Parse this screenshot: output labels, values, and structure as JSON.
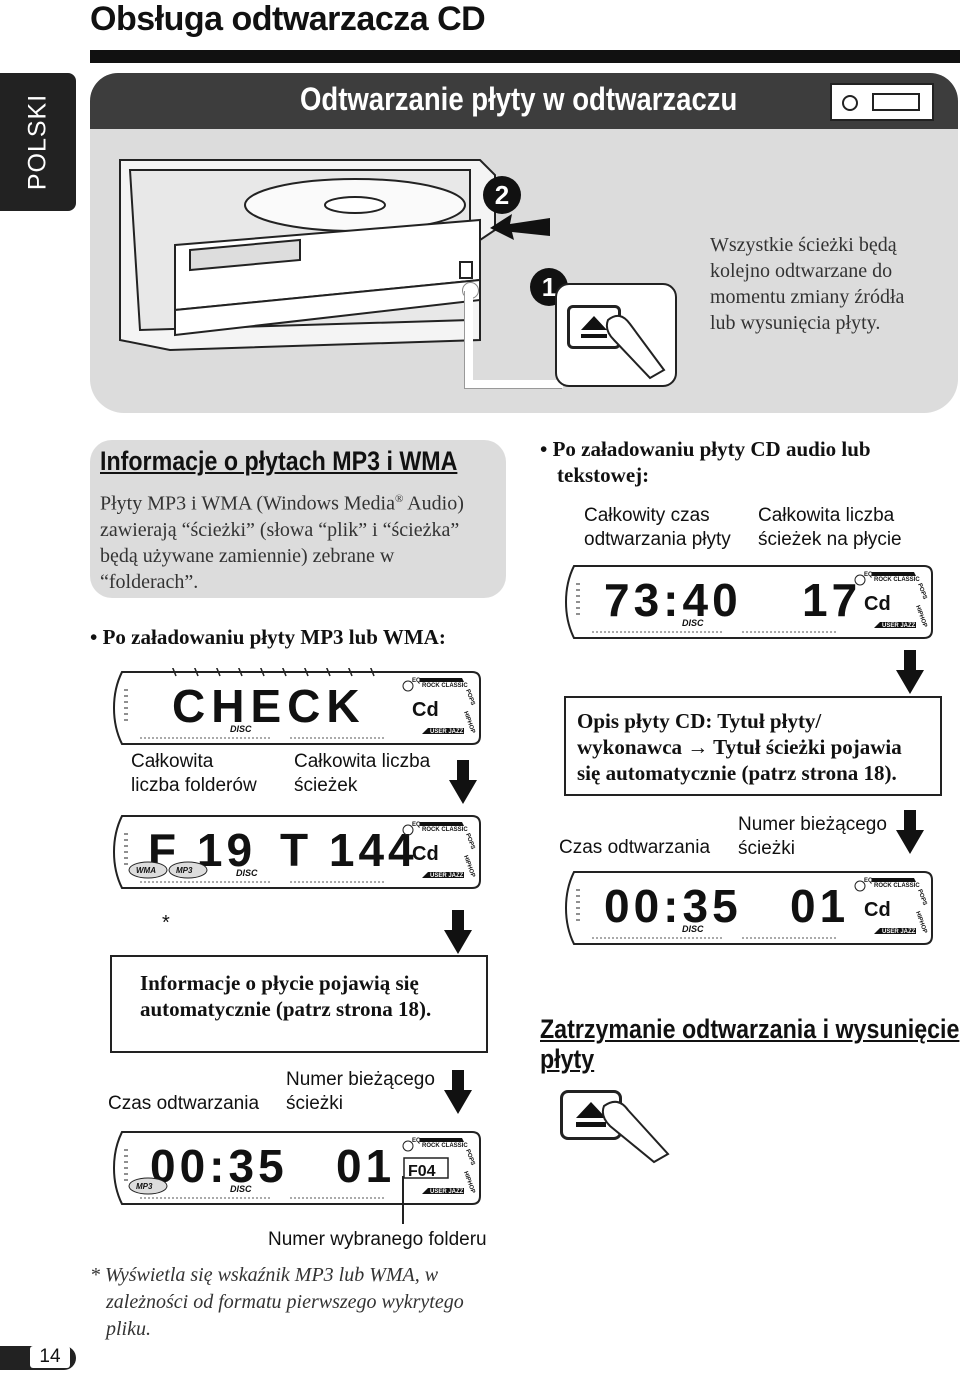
{
  "page": {
    "title": "Obsługa odtwarzacza CD",
    "language_tab": "POLSKI",
    "page_number": "14"
  },
  "section": {
    "title": "Odtwarzanie płyty w odtwarzaczu",
    "step1": "1",
    "step2": "2",
    "note": [
      "Wszystkie ścieżki będą",
      "kolejno odtwarzane do",
      "momentu zmiany źródła",
      "lub wysunięcia płyty."
    ]
  },
  "mp3_info": {
    "heading": "Informacje o płytach MP3 i WMA",
    "body": [
      "Płyty MP3 i WMA (Windows Media",
      "zawierają “ścieżki” (słowa “plik” i “ścieżka”",
      "będą używane zamiennie) zebrane w",
      "“folderach”."
    ],
    "registered": "®",
    "body_suffix": " Audio)"
  },
  "mp3_section": {
    "bullet": "Po załadowaniu płyty MP3 lub WMA:",
    "check_display": {
      "text": "CHECK",
      "mode": "Cd"
    },
    "label_folders": [
      "Całkowita",
      "liczba folderów"
    ],
    "label_tracks": [
      "Całkowita liczba",
      "ścieżek"
    ],
    "count_display": {
      "folders": "F 19",
      "tracks": "T 144",
      "mode": "Cd",
      "badges": [
        "WMA",
        "MP3"
      ]
    },
    "asterisk": "*",
    "info_box": [
      "Informacje o płycie pojawią się",
      "automatycznie (patrz strona 18)."
    ],
    "label_time": "Czas odtwarzania",
    "label_current": [
      "Numer bieżącego",
      "ścieżki"
    ],
    "play_display": {
      "time": "00:35",
      "track": "01",
      "folder": "F04",
      "badge": "MP3"
    },
    "label_folder": "Numer wybranego folderu",
    "footnote": [
      "* Wyświetla się wskaźnik MP3 lub WMA, w",
      "zależności od formatu pierwszego wykrytego",
      "pliku."
    ]
  },
  "cd_section": {
    "bullet": [
      "Po załadowaniu płyty CD audio lub",
      "tekstowej:"
    ],
    "label_total_time": [
      "Całkowity czas",
      "odtwarzania płyty"
    ],
    "label_total_tracks": [
      "Całkowita liczba",
      "ścieżek na płycie"
    ],
    "total_display": {
      "time": "73:40",
      "tracks": "17",
      "mode": "Cd"
    },
    "info_box": [
      "Opis płyty CD: Tytuł płyty/",
      "wykonawca",
      "Tytuł ścieżki pojawia",
      "się automatycznie (patrz strona 18)."
    ],
    "label_time": "Czas odtwarzania",
    "label_current": [
      "Numer bieżącego",
      "ścieżki"
    ],
    "play_display": {
      "time": "00:35",
      "track": "01",
      "mode": "Cd"
    }
  },
  "stop_section": {
    "heading": [
      "Zatrzymanie odtwarzania i wysunięcie",
      "płyty"
    ]
  },
  "display_tags": {
    "disc": "DISC",
    "rock": "ROCK",
    "classic": "CLASSIC",
    "pops": "POPS",
    "hiphop": "HIPHOP",
    "user": "USER",
    "jazz": "JAZZ",
    "eq": "EQ"
  },
  "colors": {
    "panel": "#dcdcdc",
    "banner": "#3d3d3d",
    "ink": "#111111"
  }
}
